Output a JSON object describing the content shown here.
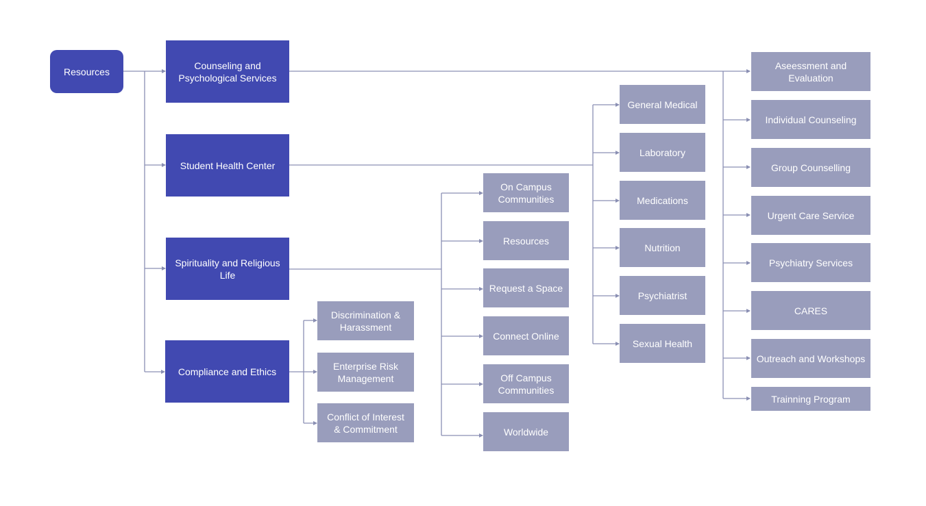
{
  "colors": {
    "primary": "#4149b1",
    "leaf": "#999dbc",
    "connector": "#8a8fb3",
    "background": "#ffffff"
  },
  "root": {
    "label": "Resources"
  },
  "categories": [
    {
      "label": "Counseling and\nPsychological Services"
    },
    {
      "label": "Student Health Center"
    },
    {
      "label": "Spirituality and Religious\nLife"
    },
    {
      "label": "Compliance and Ethics"
    }
  ],
  "compliance_children": [
    {
      "label": "Discrimination &\nHarassment"
    },
    {
      "label": "Enterprise Risk\nManagement"
    },
    {
      "label": "Conflict of Interest\n& Commitment"
    }
  ],
  "spirituality_children": [
    {
      "label": "On Campus\nCommunities"
    },
    {
      "label": "Resources"
    },
    {
      "label": "Request a Space"
    },
    {
      "label": "Connect Online"
    },
    {
      "label": "Off Campus\nCommunities"
    },
    {
      "label": "Worldwide"
    }
  ],
  "health_children": [
    {
      "label": "General Medical"
    },
    {
      "label": "Laboratory"
    },
    {
      "label": "Medications"
    },
    {
      "label": "Nutrition"
    },
    {
      "label": "Psychiatrist"
    },
    {
      "label": "Sexual Health"
    }
  ],
  "counseling_children": [
    {
      "label": "Aseessment and\nEvaluation"
    },
    {
      "label": "Individual Counseling"
    },
    {
      "label": "Group Counselling"
    },
    {
      "label": "Urgent Care Service"
    },
    {
      "label": "Psychiatry Services"
    },
    {
      "label": "CARES"
    },
    {
      "label": "Outreach and Workshops"
    },
    {
      "label": "Trainning Program"
    }
  ]
}
